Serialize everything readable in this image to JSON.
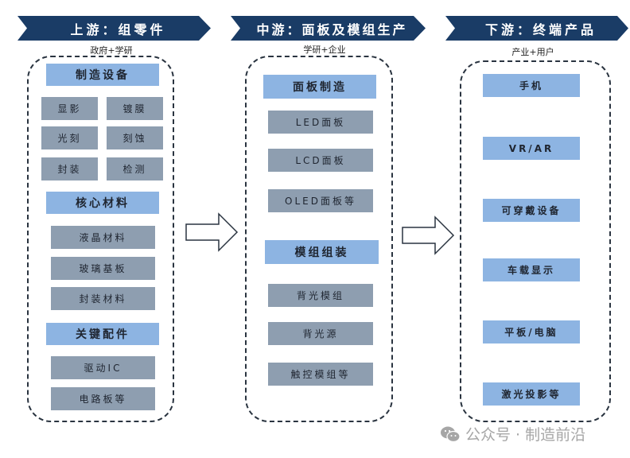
{
  "columns": [
    {
      "banner": "上游：组零件",
      "subtitle": "政府+学研",
      "sections": [
        {
          "header": "制造设备",
          "items": [
            "显影",
            "镀膜",
            "光刻",
            "刻蚀",
            "封装",
            "检测"
          ]
        },
        {
          "header": "核心材料",
          "items": [
            "液晶材料",
            "玻璃基板",
            "封装材料"
          ]
        },
        {
          "header": "关键配件",
          "items": [
            "驱动IC",
            "电路板等"
          ]
        }
      ]
    },
    {
      "banner": "中游：面板及模组生产",
      "subtitle": "学研+企业",
      "sections": [
        {
          "header": "面板制造",
          "items": [
            "LED面板",
            "LCD面板",
            "OLED面板等"
          ]
        },
        {
          "header": "模组组装",
          "items": [
            "背光模组",
            "背光源",
            "触控模组等"
          ]
        }
      ]
    },
    {
      "banner": "下游：终端产品",
      "subtitle": "产业+用户",
      "items": [
        "手机",
        "VR/AR",
        "可穿戴设备",
        "车载显示",
        "平板/电脑",
        "激光投影等"
      ]
    }
  ],
  "arrows": [
    "right-arrow",
    "right-arrow"
  ],
  "watermark": "公众号 · 制造前沿",
  "colors": {
    "banner": "#1a3c66",
    "header": "#8db4e2",
    "item": "#8e9eb0",
    "border": "#2a3440",
    "watermark": "#a6a6a6"
  }
}
